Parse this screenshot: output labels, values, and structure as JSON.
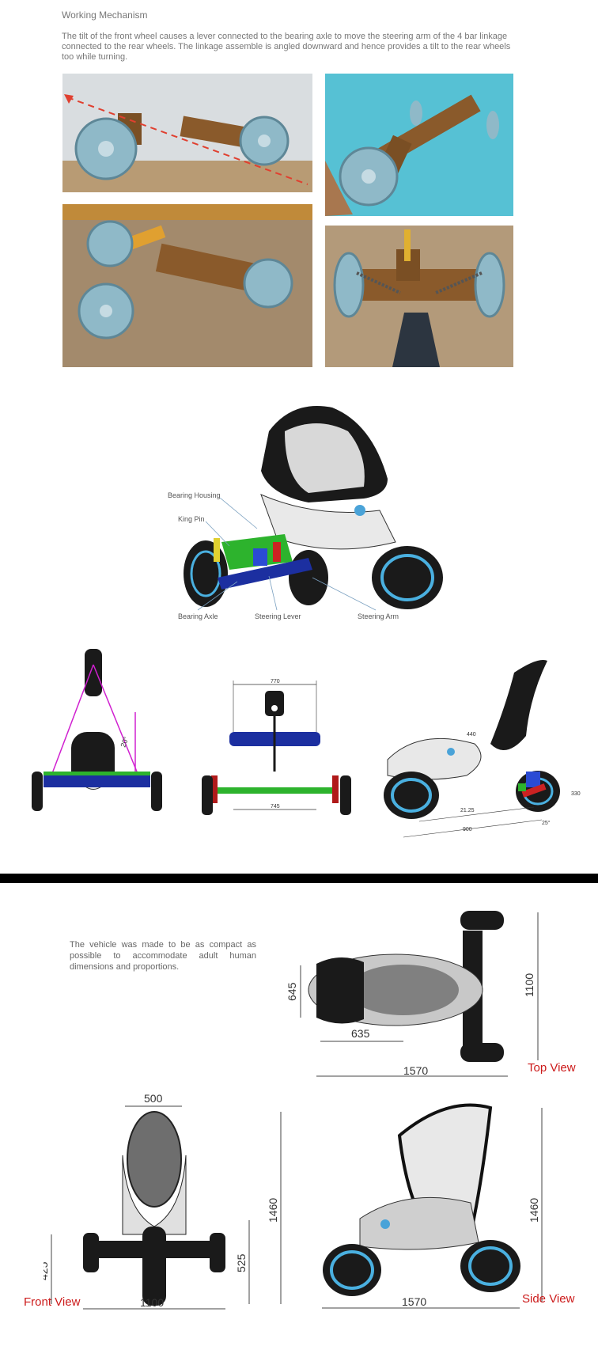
{
  "section_title": "Working Mechanism",
  "description": "The tilt of the front wheel causes a lever connected to the bearing axle to move the steering arm of the 4 bar linkage connected to the rear wheels. The linkage assemble is angled downward and hence provides a tilt to the rear wheels too while turning.",
  "diagram_labels": {
    "bearing_housing": "Bearing Housing",
    "king_pin": "King Pin",
    "bearing_axle": "Bearing Axle",
    "steering_lever": "Steering Lever",
    "steering_arm": "Steering Arm"
  },
  "drawing_dims": {
    "angle": "20°",
    "top_width": "770",
    "bottom_width": "745",
    "d440": "440",
    "d330": "330",
    "d900": "900",
    "d2125": "21.25",
    "d25": "25°"
  },
  "compact_note": "The vehicle was made to be as compact as possible to accommodate adult human dimensions and proportions.",
  "dimensions": {
    "top_645": "645",
    "top_635": "635",
    "top_1100": "1100",
    "top_1570": "1570",
    "front_500": "500",
    "front_1460": "1460",
    "front_425": "425",
    "front_525": "525",
    "front_1100": "1100",
    "side_1460": "1460",
    "side_1570": "1570"
  },
  "view_labels": {
    "top": "Top View",
    "front": "Front View",
    "side": "Side View"
  },
  "colors": {
    "accent_red": "#cc1a1a",
    "wheel_blue": "#8fb9c8",
    "wood": "#8a5a2b",
    "link_green": "#2db32d",
    "link_blue": "#1c2fa0"
  }
}
